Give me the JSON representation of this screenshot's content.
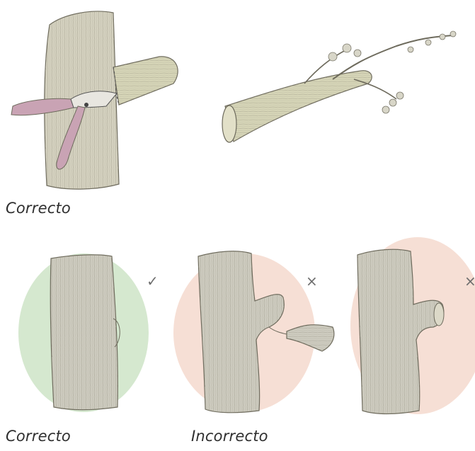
{
  "labels": {
    "top_correct": "Correcto",
    "bottom_correct": "Correcto",
    "bottom_incorrect": "Incorrecto"
  },
  "marks": {
    "check": "✓",
    "cross_1": "×",
    "cross_2": "×"
  },
  "colors": {
    "correct_bg": "#d5e8cf",
    "incorrect_bg": "#f6dfd5",
    "bark": "#c9c6b6",
    "bark_dark": "#8f8c7c",
    "handle": "#c9a3b4",
    "branch_green": "#d6d5b7"
  }
}
